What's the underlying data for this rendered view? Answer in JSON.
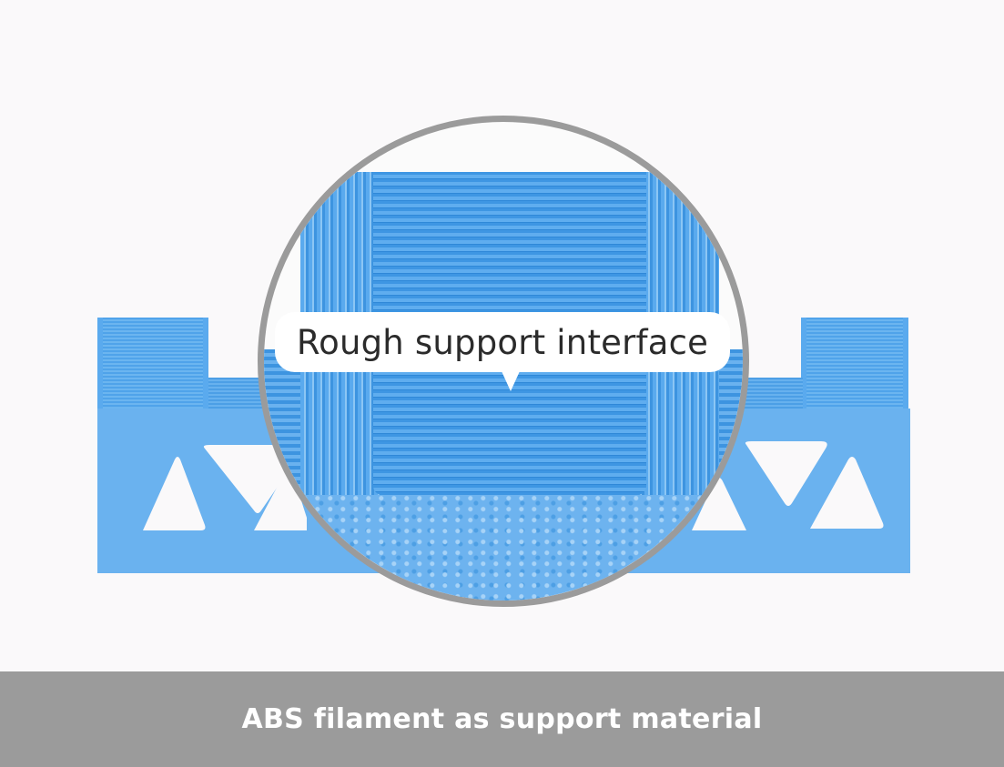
{
  "image": {
    "subject": "blue-3d-printed-test-part",
    "background_color": "#faf9fa",
    "part_color": "#6ab2ef"
  },
  "callout": {
    "text": "Rough support interface",
    "background_color": "#ffffff",
    "text_color": "#2b2b2b"
  },
  "magnifier": {
    "border_color": "#9b9b9b"
  },
  "footer": {
    "caption": "ABS filament as support material",
    "background_color": "#9b9b9b",
    "text_color": "#ffffff"
  }
}
